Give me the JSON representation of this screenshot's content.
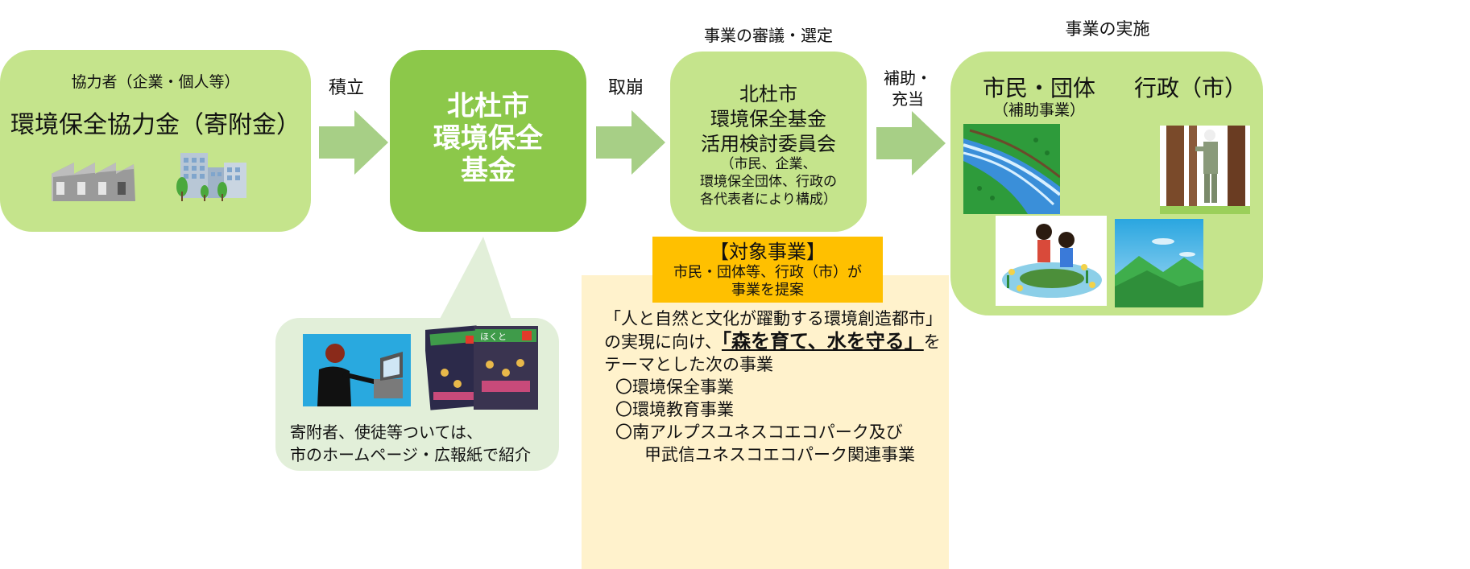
{
  "donor_box": {
    "subtitle": "協力者（企業・個人等）",
    "title": "環境保全協力金（寄附金）"
  },
  "arrow1_label": "積立",
  "fund_box": {
    "lines": [
      "北杜市",
      "環境保全",
      "基金"
    ]
  },
  "arrow2_label": "取崩",
  "committee": {
    "heading": "事業の審議・選定",
    "title_lines": [
      "北杜市",
      "環境保全基金",
      "活用検討委員会"
    ],
    "note_lines": [
      "（市民、企業、",
      "環境保全団体、行政の",
      "各代表者により構成）"
    ]
  },
  "arrow3_label_lines": [
    "補助・",
    "充当"
  ],
  "implementation": {
    "heading": "事業の実施",
    "citizens": "市民・団体",
    "citizens_note": "（補助事業）",
    "government": "行政（市）"
  },
  "target": {
    "title": "【対象事業】",
    "lines": [
      "市民・団体等、行政（市）が",
      "事業を提案"
    ],
    "intro1": "「人と自然と文化が躍動する環境創造都市」",
    "intro2_pre": "の実現に向け、",
    "intro2_emph": "「森を育て、水を守る」",
    "intro2_post": "を",
    "intro3": "テーマとした次の事業",
    "items": [
      "〇環境保全事業",
      "〇環境教育事業",
      "〇南アルプスユネスコエコパーク及び"
    ],
    "item3_cont": "甲武信ユネスコエコパーク関連事業"
  },
  "bubble": {
    "lines": [
      "寄附者、使徒等ついては、",
      "市のホームページ・広報紙で紹介"
    ],
    "magazine_title": "ほくと"
  },
  "colors": {
    "light_green": "#c5e48c",
    "dark_green": "#8cc84a",
    "arrow_green": "#a7cf86",
    "bubble_green": "#e2efd9",
    "orange": "#ffc000",
    "cream": "#fff2cc"
  }
}
